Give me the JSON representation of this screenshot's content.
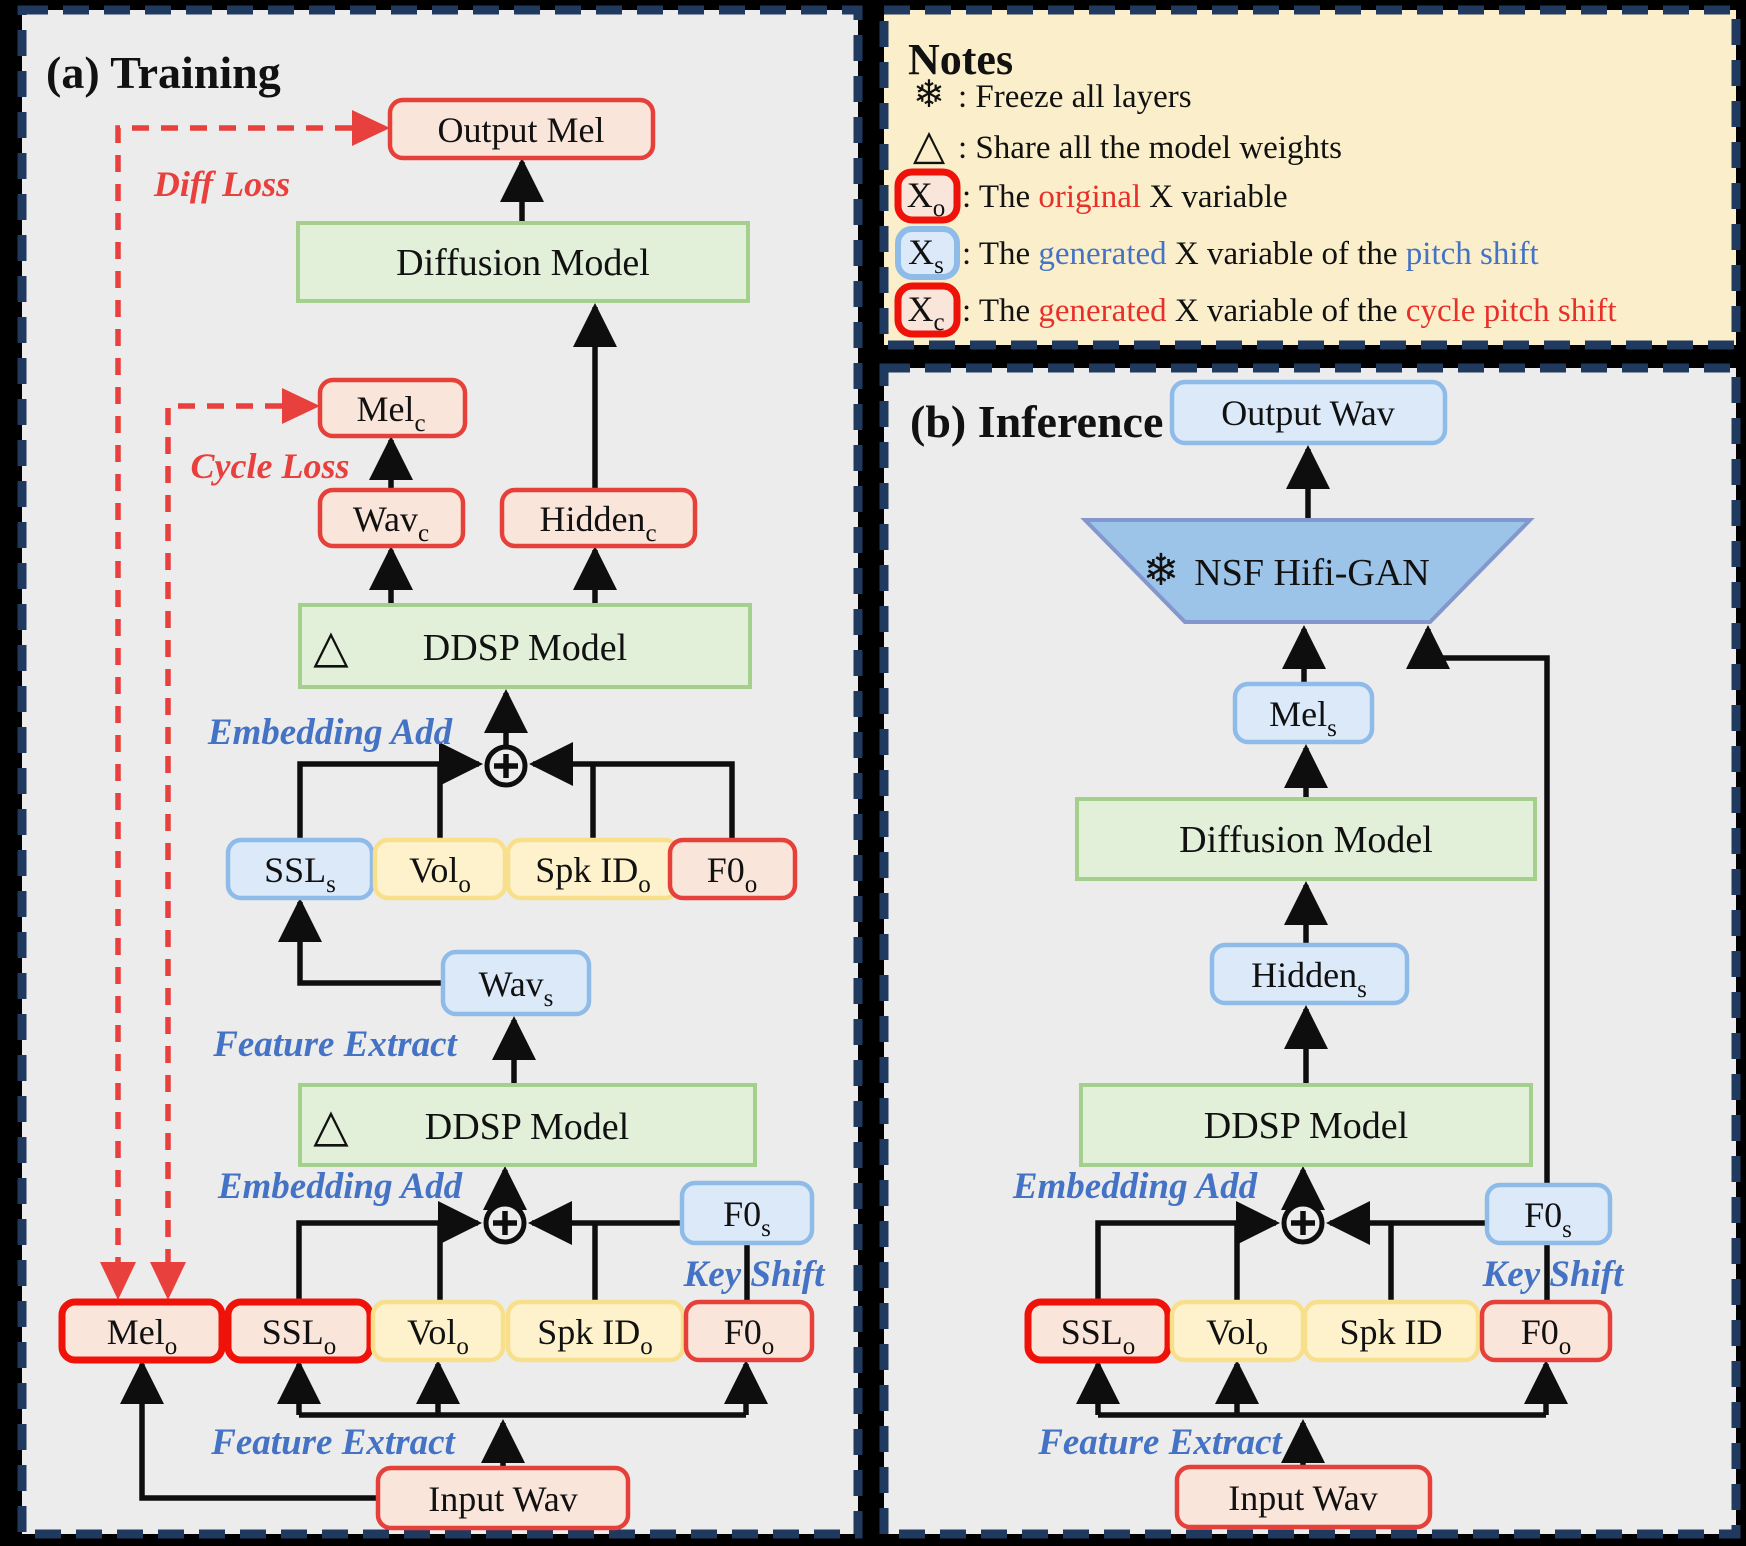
{
  "colors": {
    "background": "#000000",
    "panel_fill": "#ECECEC",
    "notes_fill": "#FBEFCB",
    "panel_border_navy": "#20395E",
    "red_border": "#E6403A",
    "thick_red_border": "#EE1209",
    "pink_fill": "#FAE5DA",
    "yellow_fill": "#FEF2CC",
    "yellow_border": "#F7DF8B",
    "blue_fill": "#DBE9F9",
    "blue_border": "#8FBBE8",
    "green_fill": "#E2F0D9",
    "green_border": "#A5CF8C",
    "trapezoid_fill": "#9CC3E8",
    "blue_label": "#4472C4",
    "red_label": "#E8403C",
    "line_black": "#0E0E0E"
  },
  "training": {
    "title": "(a) Training",
    "boxes": {
      "output_mel": {
        "label": "Output Mel"
      },
      "diffusion": {
        "label": "Diffusion Model"
      },
      "mel_c": {
        "main": "Mel",
        "sub": "c"
      },
      "wav_c": {
        "main": "Wav",
        "sub": "c"
      },
      "hidden_c": {
        "main": "Hidden",
        "sub": "c"
      },
      "ddsp_upper": {
        "label": "DDSP Model",
        "icon": "△"
      },
      "ssl_s": {
        "main": "SSL",
        "sub": "s"
      },
      "vol_o_row1": {
        "main": "Vol",
        "sub": "o"
      },
      "spk_id_o_row1": {
        "main": "Spk ID",
        "sub": "o"
      },
      "f0_o_row1": {
        "main": "F0",
        "sub": "o"
      },
      "wav_s": {
        "main": "Wav",
        "sub": "s"
      },
      "ddsp_lower": {
        "label": "DDSP Model",
        "icon": "△"
      },
      "f0_s": {
        "main": "F0",
        "sub": "s"
      },
      "mel_o": {
        "main": "Mel",
        "sub": "o"
      },
      "ssl_o": {
        "main": "SSL",
        "sub": "o"
      },
      "vol_o": {
        "main": "Vol",
        "sub": "o"
      },
      "spk_id_o": {
        "main": "Spk ID",
        "sub": "o"
      },
      "f0_o": {
        "main": "F0",
        "sub": "o"
      },
      "input_wav": {
        "label": "Input Wav"
      }
    },
    "labels": {
      "diff_loss": "Diff Loss",
      "cycle_loss": "Cycle Loss",
      "embedding_add_upper": "Embedding Add",
      "feature_extract_upper": "Feature Extract",
      "embedding_add_lower": "Embedding Add",
      "key_shift": "Key Shift",
      "feature_extract_lower": "Feature Extract"
    }
  },
  "notes": {
    "title": "Notes",
    "freeze": {
      "icon": "❄",
      "text": ": Freeze all layers"
    },
    "share": {
      "icon": "△",
      "text": ": Share all the model weights"
    },
    "legend_o": {
      "main": "X",
      "sub": "o",
      "t1": ": The ",
      "hl1": "original",
      "t2": " X variable"
    },
    "legend_s": {
      "main": "X",
      "sub": "s",
      "t1": ": The ",
      "hl1": "generated",
      "t2": " X variable of the ",
      "hl2": "pitch shift"
    },
    "legend_c": {
      "main": "X",
      "sub": "c",
      "t1": ": The ",
      "hl1": "generated",
      "t2": " X variable of the ",
      "hl2": "cycle pitch shift"
    }
  },
  "inference": {
    "title": "(b) Inference",
    "boxes": {
      "output_wav": {
        "label": "Output Wav"
      },
      "nsf_hifigan": {
        "label": "NSF Hifi-GAN",
        "icon": "❄"
      },
      "mel_s": {
        "main": "Mel",
        "sub": "s"
      },
      "diffusion": {
        "label": "Diffusion Model"
      },
      "hidden_s": {
        "main": "Hidden",
        "sub": "s"
      },
      "ddsp": {
        "label": "DDSP Model"
      },
      "f0_s": {
        "main": "F0",
        "sub": "s"
      },
      "ssl_o": {
        "main": "SSL",
        "sub": "o"
      },
      "vol_o": {
        "main": "Vol",
        "sub": "o"
      },
      "spk_id": {
        "label": "Spk ID"
      },
      "f0_o": {
        "main": "F0",
        "sub": "o"
      },
      "input_wav": {
        "label": "Input Wav"
      }
    },
    "labels": {
      "embedding_add": "Embedding Add",
      "key_shift": "Key Shift",
      "feature_extract": "Feature Extract"
    }
  }
}
